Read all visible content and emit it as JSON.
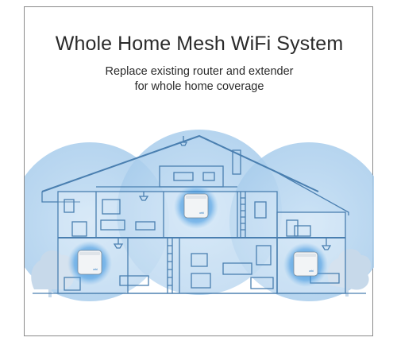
{
  "header": {
    "title": "Whole Home Mesh WiFi System",
    "subtitle_line1": "Replace existing router and extender",
    "subtitle_line2": "for whole home coverage"
  },
  "illustration": {
    "routers": [
      {
        "label": "orbi"
      },
      {
        "label": "orbi"
      },
      {
        "label": "orbi"
      }
    ]
  },
  "colors": {
    "coverage": "#b9d6ef",
    "outline": "#4a7fb0",
    "router_glow": "#2e86d6"
  }
}
